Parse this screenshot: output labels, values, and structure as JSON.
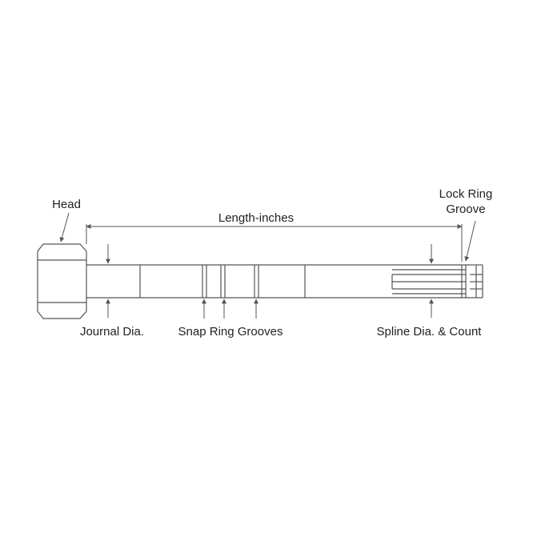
{
  "labels": {
    "head": "Head",
    "length": "Length-inches",
    "lock_ring_groove_line1": "Lock Ring",
    "lock_ring_groove_line2": "Groove",
    "journal_dia": "Journal Dia.",
    "snap_ring_grooves": "Snap Ring Grooves",
    "spline_count": "Spline Dia. & Count"
  },
  "colors": {
    "line": "#555555",
    "text": "#222222",
    "background": "#ffffff"
  }
}
